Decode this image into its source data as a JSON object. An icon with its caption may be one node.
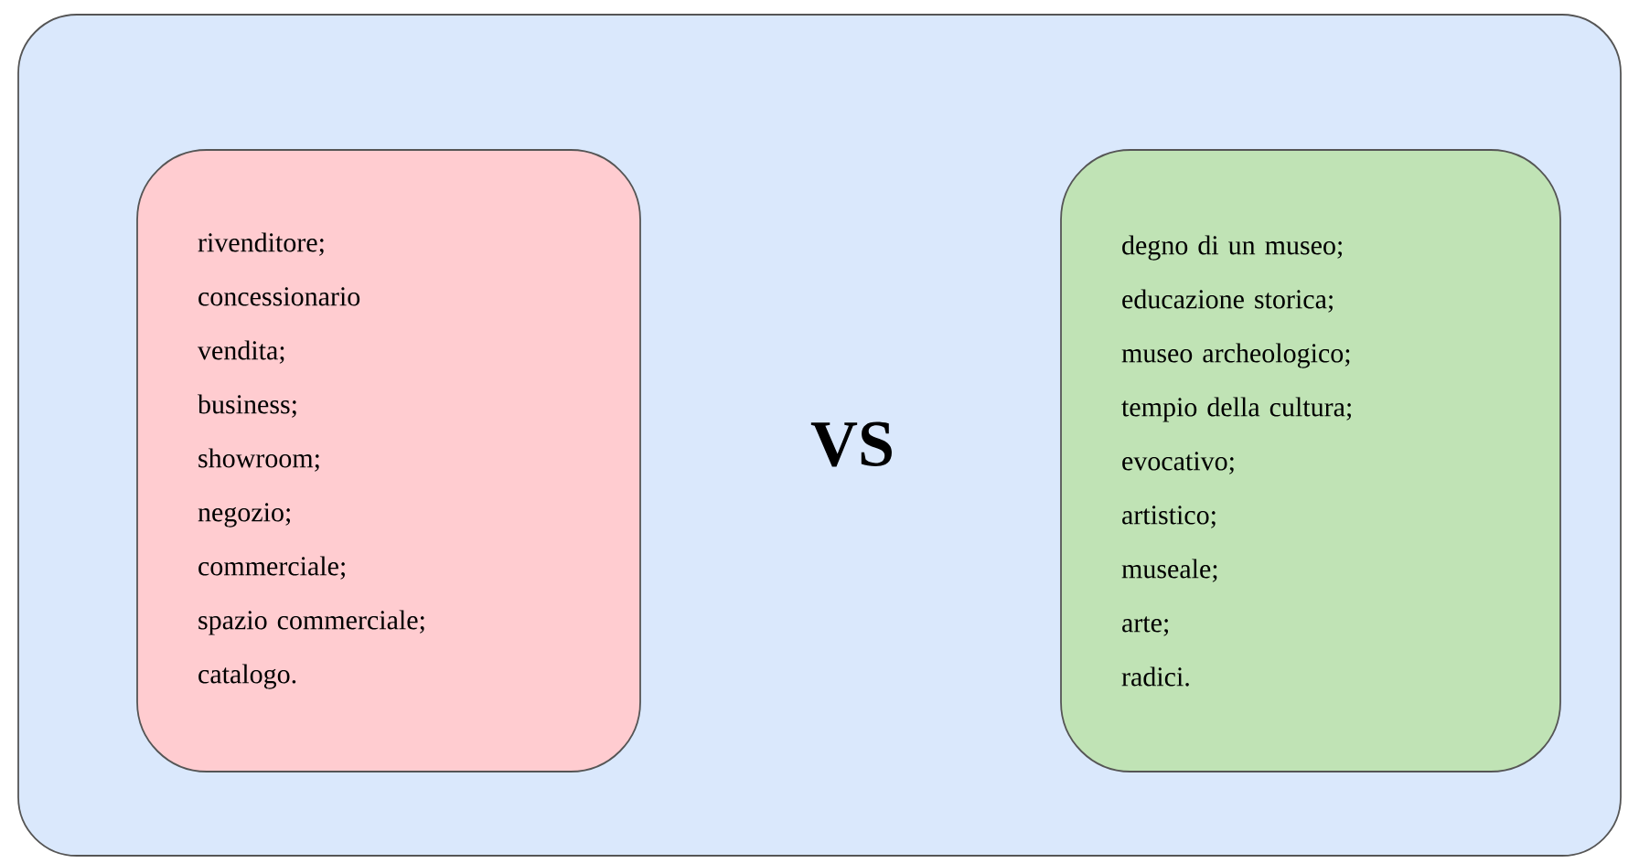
{
  "diagram": {
    "nodes": [
      {
        "text": [],
        "shape": "box"
      },
      {
        "text": [
          "rivenditore;",
          "concessionario",
          "vendita;",
          "business;",
          "showroom;",
          "negozio;",
          "commerciale;",
          "spazio commerciale;",
          "catalogo."
        ],
        "in": 0
      },
      {
        "text": [
          "degno di un museo;",
          "educazione storica;",
          "museo archeologico;",
          "tempio della cultura;",
          "evocativo;",
          "artistico;",
          "museale;",
          "arte;",
          "radici."
        ],
        "in": 0
      }
    ],
    "labels": [
      "VS"
    ]
  }
}
